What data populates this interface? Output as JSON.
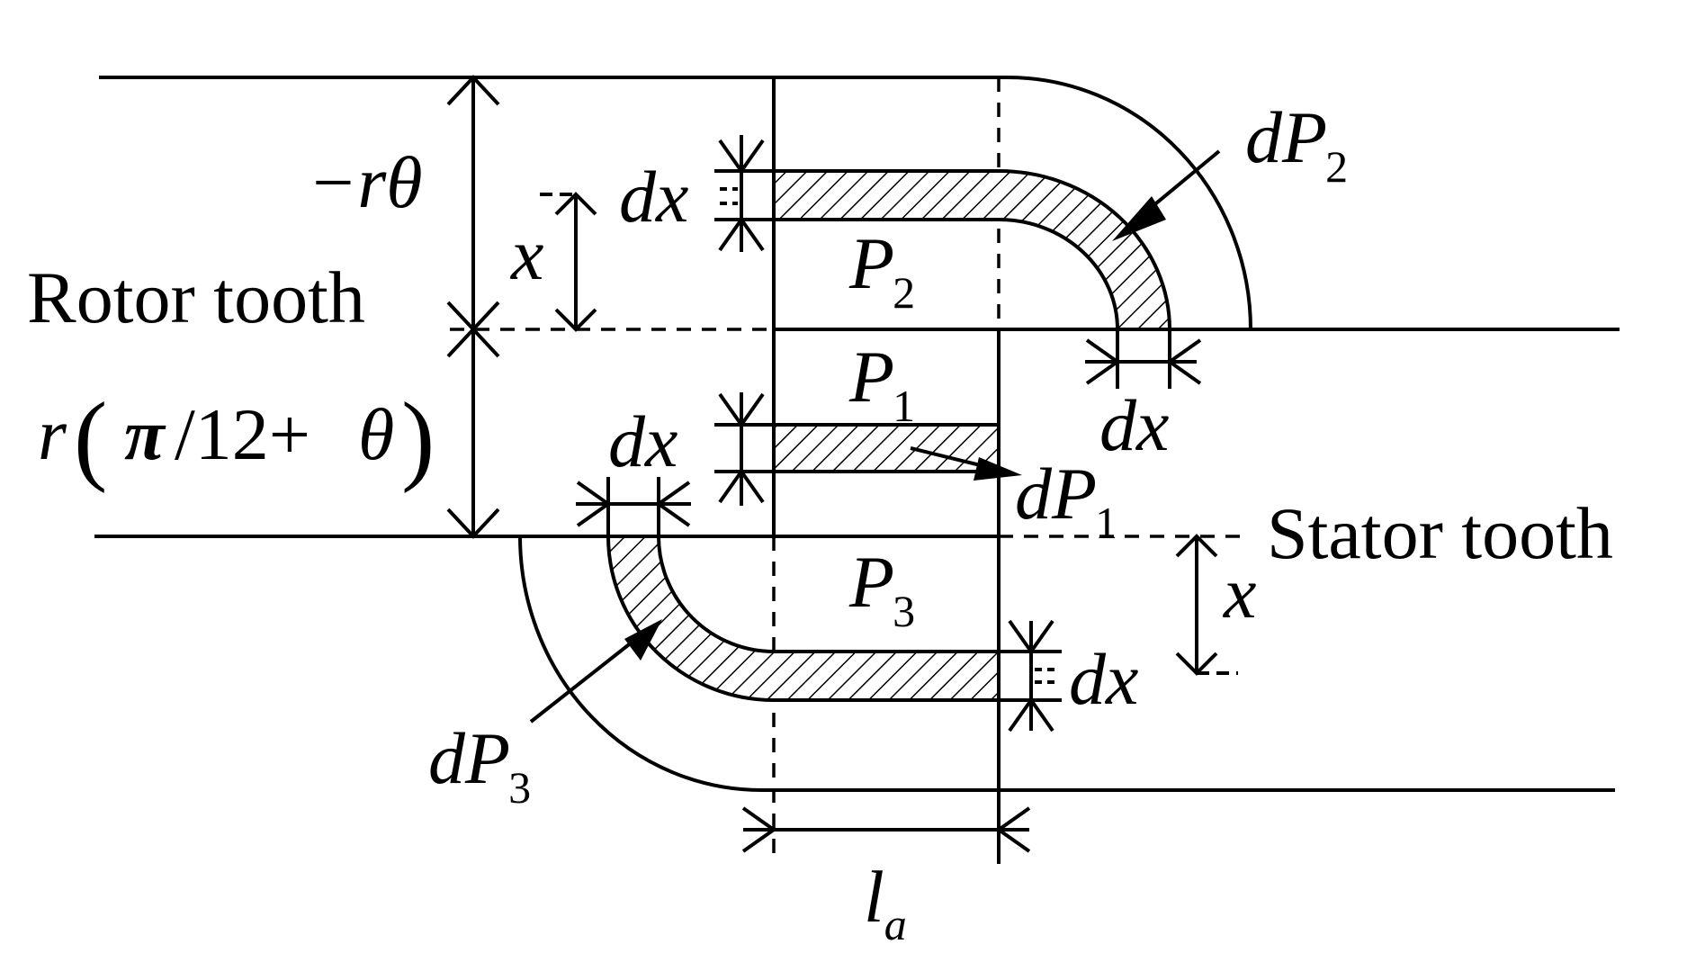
{
  "labels": {
    "rotor_tooth": "Rotor tooth",
    "stator_tooth": "Stator tooth",
    "minus_r_theta": "−rθ",
    "r_part": "r",
    "paren_open": "(",
    "pi_part": "π",
    "frac_part": "/12+",
    "theta_part": "θ",
    "paren_close": ")",
    "x_upper": "x",
    "x_lower": "x",
    "dx_top": "dx",
    "dx_mid": "dx",
    "dx_right": "dx",
    "dx_bottom": "dx",
    "P1": "P",
    "P1_sub": "1",
    "P2": "P",
    "P2_sub": "2",
    "P3": "P",
    "P3_sub": "3",
    "dP1": "dP",
    "dP1_sub": "1",
    "dP2": "dP",
    "dP2_sub": "2",
    "dP3": "dP",
    "dP3_sub": "3",
    "la": "l",
    "la_sub": "a"
  }
}
